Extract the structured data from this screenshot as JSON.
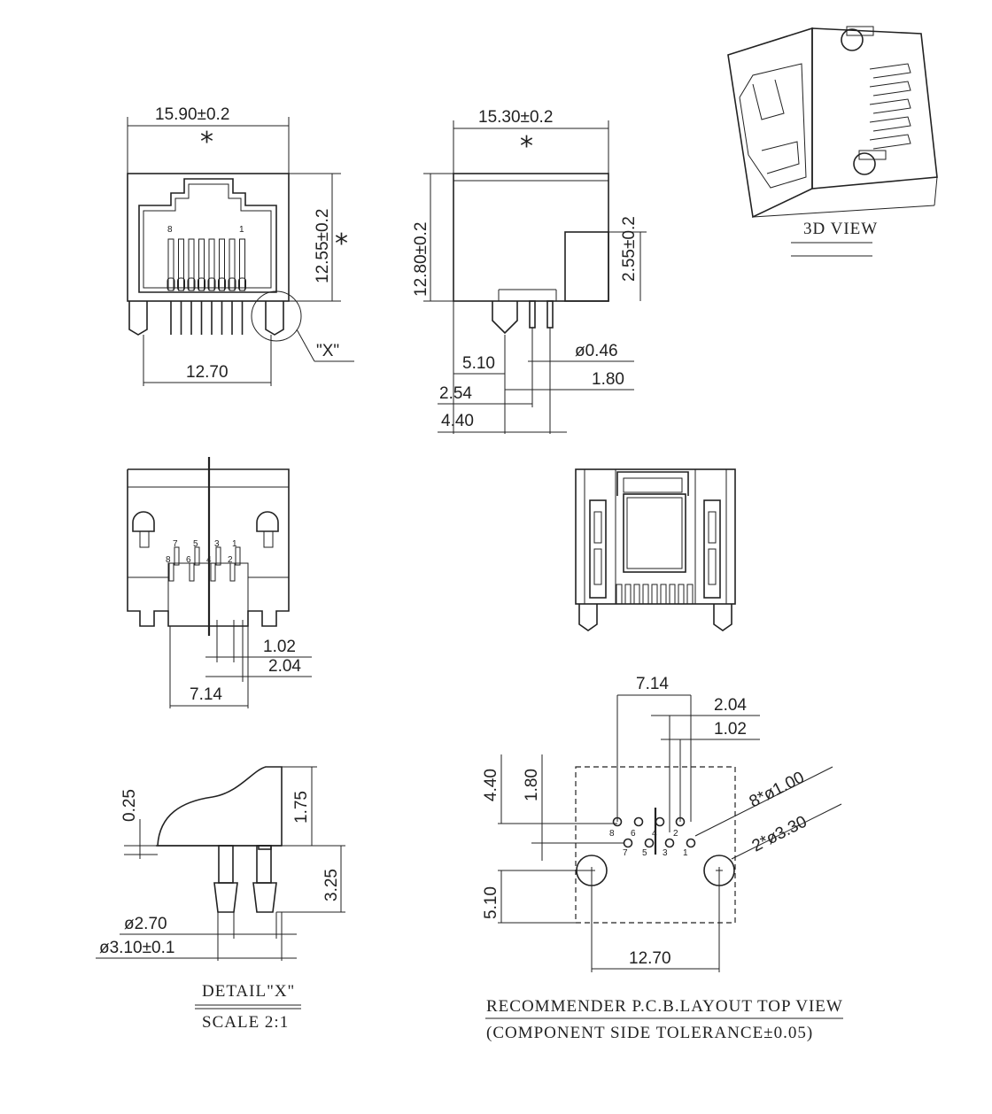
{
  "front_view": {
    "width_dim": "15.90±0.2",
    "height_dim": "12.55±0.2",
    "pin_span_dim": "12.70",
    "pin_label_8": "8",
    "pin_label_1": "1",
    "detail_ref": "\"X\"",
    "star": "*"
  },
  "side_view": {
    "depth_dim": "15.30±0.2",
    "height_dim": "12.80±0.2",
    "window_dim": "2.55±0.2",
    "dim_5_10": "5.10",
    "dim_0_46": "ø0.46",
    "dim_2_54": "2.54",
    "dim_1_80": "1.80",
    "dim_4_40": "4.40",
    "star": "*"
  },
  "bottom_view": {
    "pin_labels": [
      "7",
      "5",
      "3",
      "1",
      "8",
      "6",
      "4",
      "2"
    ],
    "dim_1_02": "1.02",
    "dim_2_04": "2.04",
    "dim_7_14": "7.14"
  },
  "detail_x": {
    "dim_0_25": "0.25",
    "dim_1_75": "1.75",
    "dim_3_25": "3.25",
    "dim_2_70": "ø2.70",
    "dim_3_10": "ø3.10±0.1",
    "title": "DETAIL\"X\"",
    "scale": "SCALE 2:1"
  },
  "view_3d": {
    "label": "3D VIEW"
  },
  "pcb_layout": {
    "dim_7_14": "7.14",
    "dim_2_04": "2.04",
    "dim_1_02": "1.02",
    "dim_4_40": "4.40",
    "dim_1_80": "1.80",
    "dim_5_10": "5.10",
    "dim_12_70": "12.70",
    "hole_small": "8*ø1.00",
    "hole_large": "2*ø3.30",
    "pin_labels": [
      "8",
      "6",
      "4",
      "2",
      "7",
      "5",
      "3",
      "1"
    ],
    "title": "RECOMMENDER P.C.B.LAYOUT TOP VIEW",
    "subtitle": "(COMPONENT SIDE TOLERANCE±0.05)"
  }
}
